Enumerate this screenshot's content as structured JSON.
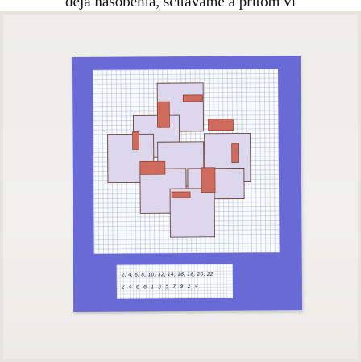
{
  "caption": "deja násobenia, sčítavame a pritom ví",
  "number_card": {
    "row_1": "2, 4, 6, 8, 10, 12, 14, 16, 18, 20, 22",
    "row_2": "2 4 6 8 1 3 5 7 9 2 4"
  },
  "colors": {
    "board": "#6a6ad6",
    "shaded_region": "#d9d3ec",
    "red_rectangles": "#cf6b5c",
    "pencil_lines": "#6b4030"
  }
}
